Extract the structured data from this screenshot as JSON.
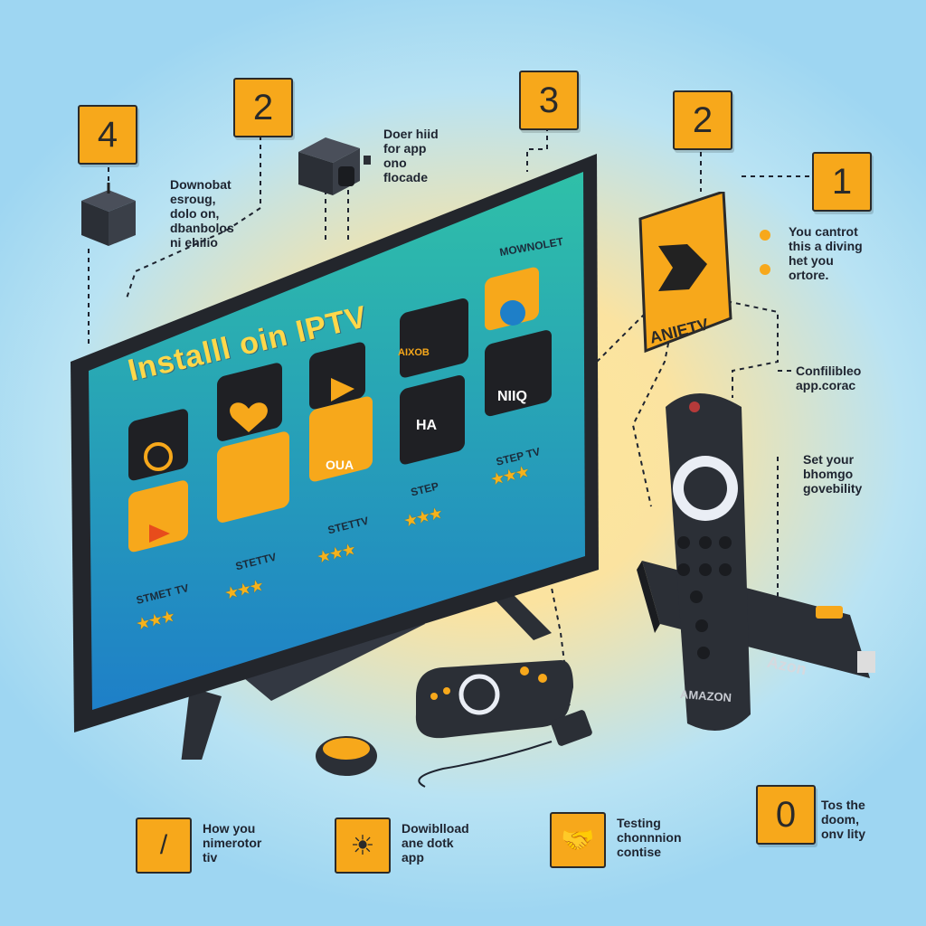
{
  "badges": {
    "b_top_left": "4",
    "b_top_center_left": "2",
    "b_top_center": "3",
    "b_top_right_a": "2",
    "b_top_right_b": "1",
    "b_bottom_right": "0"
  },
  "notes": {
    "download_note": "Downobat\nesroug,\ndolo on,\ndbanbolos\nni ehilio",
    "app_note": "Doer hiid\nfor app\nono\nflocade",
    "control_note": "You cantrot\nthis a diving\nhet you\nortore.",
    "compat_note": "Confilibleo\napp.corac",
    "setup_note": "Set your\nbhomgo\ngovebility",
    "tos_note": "Tos the\ndoom,\nonv lity"
  },
  "screen": {
    "title": "Installl oin IPTV",
    "corner_label": "MOWNOLET",
    "labels": [
      "STMET TV",
      "STETTV",
      "STETTV",
      "STEP",
      "STEP TV"
    ],
    "tile_texts": [
      "AIXOB",
      "OUA",
      "HA",
      "NIIQ"
    ]
  },
  "app_card": {
    "name": "ANIETV"
  },
  "devices": {
    "remote_brand": "AMAZON",
    "stick_brand": "Azon"
  },
  "bottom": [
    {
      "icon": "slash-icon",
      "glyph": "/",
      "text": "How you\nnimerotor\ntiv"
    },
    {
      "icon": "sun-icon",
      "glyph": "☀",
      "text": "Dowiblload\nane dotk\napp"
    },
    {
      "icon": "handshake-icon",
      "glyph": "🤝",
      "text": "Testing\nchonnnion\ncontise"
    }
  ],
  "colors": {
    "accent": "#f7a81b",
    "dark": "#2a2a2a",
    "screen_top": "#2fc0a8",
    "screen_bottom": "#1e7fc8"
  }
}
